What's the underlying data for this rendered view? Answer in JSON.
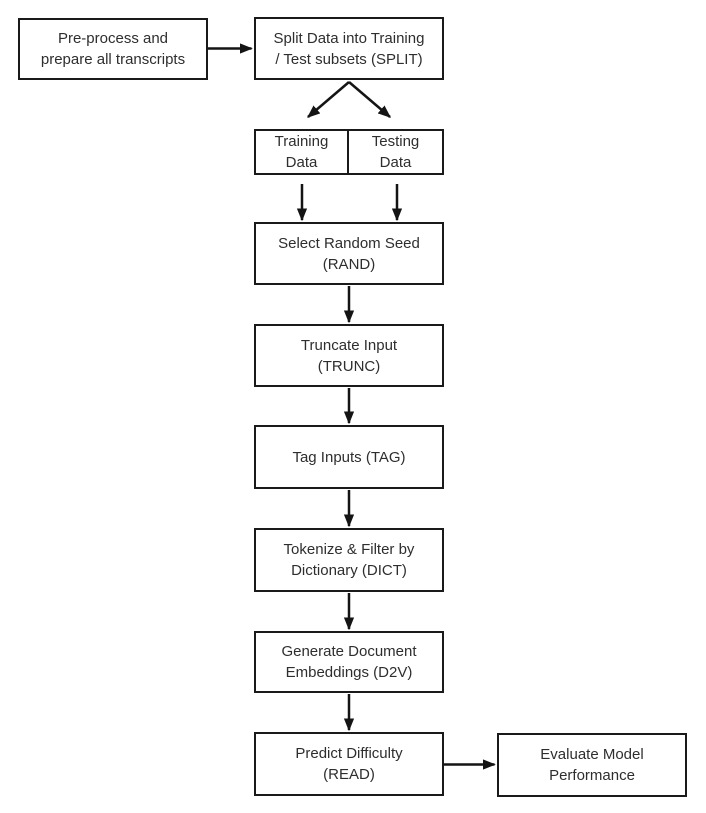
{
  "diagram": {
    "type": "flowchart",
    "line_color": "#1a1a1a",
    "background_color": "#ffffff",
    "nodes": {
      "preprocess": {
        "label": "Pre-process and\nprepare all transcripts"
      },
      "split": {
        "label": "Split Data into Training\n/ Test subsets (SPLIT)"
      },
      "training": {
        "label": "Training\nData"
      },
      "testing": {
        "label": "Testing\nData"
      },
      "rand": {
        "label": "Select Random Seed\n(RAND)"
      },
      "trunc": {
        "label": "Truncate Input\n(TRUNC)"
      },
      "tag": {
        "label": "Tag Inputs (TAG)"
      },
      "dict": {
        "label": "Tokenize & Filter by\nDictionary (DICT)"
      },
      "d2v": {
        "label": "Generate Document\nEmbeddings (D2V)"
      },
      "read": {
        "label": "Predict Difficulty\n(READ)"
      },
      "evaluate": {
        "label": "Evaluate Model\nPerformance"
      }
    },
    "edges": [
      {
        "from": "preprocess",
        "to": "split"
      },
      {
        "from": "split",
        "to": "training"
      },
      {
        "from": "split",
        "to": "testing"
      },
      {
        "from": "training",
        "to": "rand"
      },
      {
        "from": "testing",
        "to": "rand"
      },
      {
        "from": "rand",
        "to": "trunc"
      },
      {
        "from": "trunc",
        "to": "tag"
      },
      {
        "from": "tag",
        "to": "dict"
      },
      {
        "from": "dict",
        "to": "d2v"
      },
      {
        "from": "d2v",
        "to": "read"
      },
      {
        "from": "read",
        "to": "evaluate"
      }
    ]
  }
}
